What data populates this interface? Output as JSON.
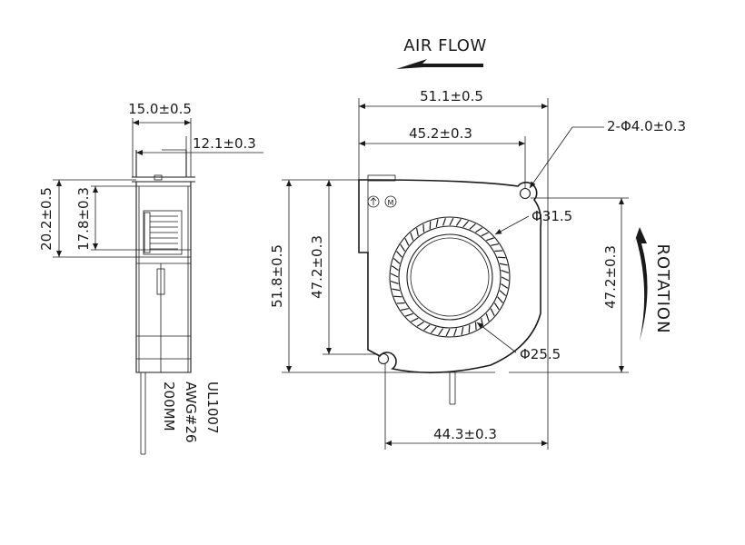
{
  "airflow": {
    "label": "AIR FLOW"
  },
  "rotation": {
    "label": "ROTATION"
  },
  "side_view": {
    "thickness": "15.0±0.5",
    "inlet_width": "12.1±0.3",
    "outlet_outer": "20.2±0.5",
    "outlet_inner": "17.8±0.3",
    "cable_spec": [
      "UL1007",
      "AWG#26",
      "200MM"
    ]
  },
  "front_view": {
    "overall_width": "51.1±0.5",
    "hole_span": "45.2±0.3",
    "mount_holes": "2-Φ4.0±0.3",
    "inlet_dia": "Φ31.5",
    "hub_dia": "Φ25.5",
    "overall_height": "51.8±0.5",
    "left_height": "47.2±0.3",
    "right_height": "47.2±0.3",
    "bottom_width": "44.3±0.3"
  }
}
